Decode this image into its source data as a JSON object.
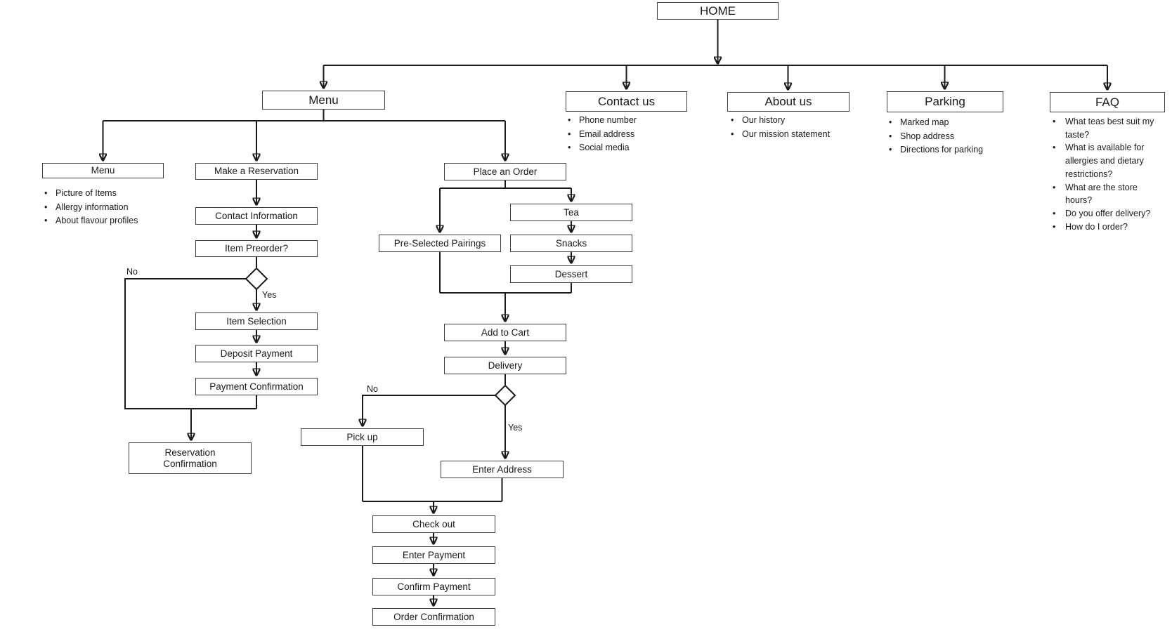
{
  "diagram": {
    "nodes": {
      "home": "HOME",
      "menu_top": "Menu",
      "contact_us": "Contact us",
      "about_us": "About us",
      "parking": "Parking",
      "faq": "FAQ",
      "menu_sub": "Menu",
      "make_reservation": "Make a Reservation",
      "contact_information": "Contact Information",
      "item_preorder": "Item Preorder?",
      "item_selection": "Item Selection",
      "deposit_payment": "Deposit Payment",
      "payment_confirmation": "Payment Confirmation",
      "reservation_confirmation": "Reservation Confirmation",
      "place_order": "Place an Order",
      "pre_selected_pairings": "Pre-Selected Pairings",
      "tea": "Tea",
      "snacks": "Snacks",
      "dessert": "Dessert",
      "add_to_cart": "Add to Cart",
      "delivery": "Delivery",
      "pick_up": "Pick up",
      "enter_address": "Enter Address",
      "check_out": "Check out",
      "enter_payment": "Enter Payment",
      "confirm_payment": "Confirm Payment",
      "order_confirmation": "Order Confirmation"
    },
    "decisions": {
      "item_preorder": {
        "no": "No",
        "yes": "Yes"
      },
      "delivery": {
        "no": "No",
        "yes": "Yes"
      }
    },
    "bullets": {
      "menu": [
        "Picture of Items",
        "Allergy information",
        "About flavour profiles"
      ],
      "contact_us": [
        "Phone number",
        "Email address",
        "Social media"
      ],
      "about_us": [
        "Our history",
        "Our mission statement"
      ],
      "parking": [
        "Marked map",
        "Shop address",
        "Directions for parking"
      ],
      "faq": [
        "What teas best suit my taste?",
        "What is available for allergies and dietary restrictions?",
        "What are the store hours?",
        "Do you offer delivery?",
        "How do I order?"
      ]
    },
    "colors": {
      "box_border": "#3f3f3f",
      "line": "#1a1a1a",
      "background": "#ffffff",
      "text": "#1a1a1a"
    }
  }
}
